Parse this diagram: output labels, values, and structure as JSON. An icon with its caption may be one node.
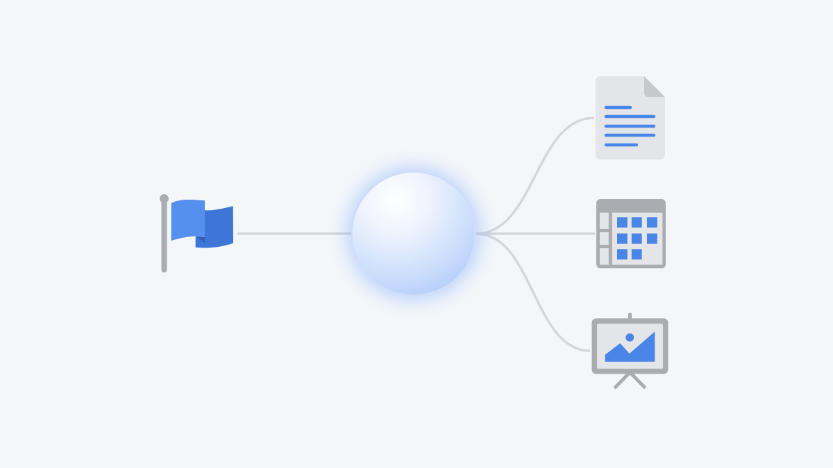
{
  "diagram": {
    "nodes": [
      {
        "text": [],
        "shape": "picture"
      },
      {
        "text": [],
        "shape": "circle"
      },
      {
        "text": [],
        "shape": "picture"
      },
      {
        "text": [],
        "shape": "picture"
      },
      {
        "text": [],
        "shape": "picture"
      }
    ],
    "edges": [
      {
        "from": 0,
        "to": 1,
        "arrow": "none"
      },
      {
        "from": 1,
        "to": 2,
        "arrow": "none"
      },
      {
        "from": 1,
        "to": 3,
        "arrow": "none"
      },
      {
        "from": 1,
        "to": 4,
        "arrow": "none"
      }
    ]
  }
}
